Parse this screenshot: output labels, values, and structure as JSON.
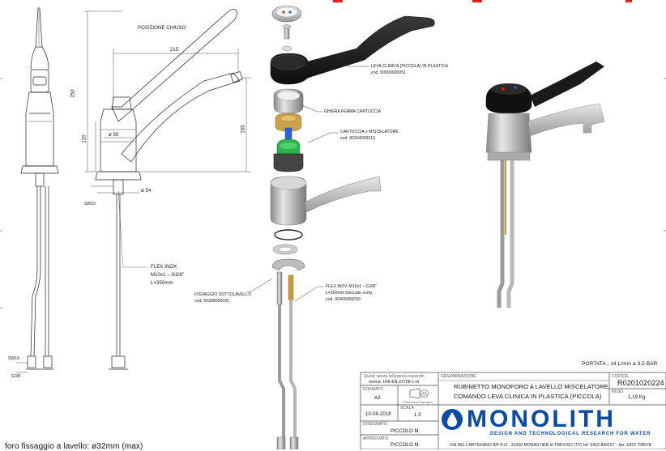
{
  "views": {
    "front": {
      "dim_b": "SW19",
      "dim_c": "G3/8"
    },
    "side": {
      "title": "POSIZIONE CHIUSO",
      "dim_215": "215",
      "dim_250": "250",
      "dim_155": "155",
      "dim_120": "120",
      "dim_50": "50",
      "dim_54": "54",
      "sw": "SW10",
      "flex_label": [
        "FLEX INOX",
        "M10x1 – G3/8\"",
        "L=350mm"
      ]
    },
    "exploded": {
      "lever": [
        "LEVA CLINICA (PICCOLA) IN PLASTICA",
        "cod. 00000000051"
      ],
      "ghiera": [
        "GHIERA FERMA CARTUCCIA"
      ],
      "cartuccia": [
        "CARTUCCIA x MISCELATORE",
        "cod. 00304000012"
      ],
      "fissaggio": [
        "FISSAGGIO SOTTOLAVELLO",
        "cod. 00306000025"
      ],
      "flex": [
        "FLEX INOX M10x1 – G3/8\"",
        "L=350mm bloccato corto",
        "cod. 00409000020"
      ]
    },
    "portata": "PORTATA : 14 L/min a 3,5 BAR",
    "foro": "foro fissaggio a lavello: ø32mm (max)"
  },
  "title_block": {
    "tolerance_caption": "Quote senza tolleranza secondo",
    "tolerance_value": "norma: UNI-EN-22768-1-m",
    "formato_caption": "FORMATO",
    "formato": "A3",
    "projection_caption": "Proiezione Europea",
    "date": "10-08-2018",
    "scala_caption": "SCALA",
    "scala": "1:3",
    "disegnato_caption": "DISEGNATO",
    "disegnato": "PICCOLO M.",
    "approvato_caption": "APPROVATO",
    "approvato": "PICCOLO M.",
    "denominazione_caption": "DENOMINAZIONE",
    "denominazione": [
      "RUBINETTO MONOFORO A LAVELLO MISCELATORE,",
      "COMANDO LEVA CLINICA IN PLASTICA (PICCOLA)"
    ],
    "codice_caption": "CODICE",
    "codice": "R0201020224",
    "peso_caption": "PESO",
    "peso": "1,19 Kg",
    "brand": "MONOLITH",
    "brand_sub": "DESIGN AND TECHNOLOGICAL RESEARCH FOR WATER",
    "address": "VIA DELL'ARTIGIANO 8/F-6-G , 31050 MONASTIER di TREVISO (TV) tel: 0422 843157 - fax: 0422 708978"
  },
  "colors": {
    "brand_blue": "#0a4aa8",
    "lever_black": "#1b1b1b",
    "cartridge_green": "#2fb34a",
    "ring_gold": "#c9a24a",
    "stem_blue": "#2a63d6",
    "frame_red": "#e02020"
  }
}
